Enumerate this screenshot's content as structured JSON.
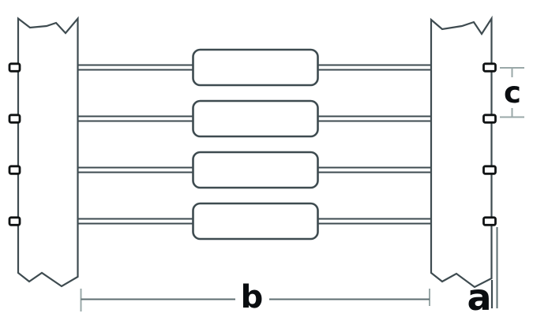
{
  "diagram": {
    "labels": {
      "span_width": "b",
      "bottom_offset": "a",
      "wire_spacing": "c"
    },
    "colors": {
      "outline": "#3e4b50",
      "marker": "#101314",
      "dimension_line": "#5d6e71",
      "dimension_tick": "#9aa8a8",
      "label_text": "#0a0d10",
      "background": "#ffffff"
    }
  }
}
